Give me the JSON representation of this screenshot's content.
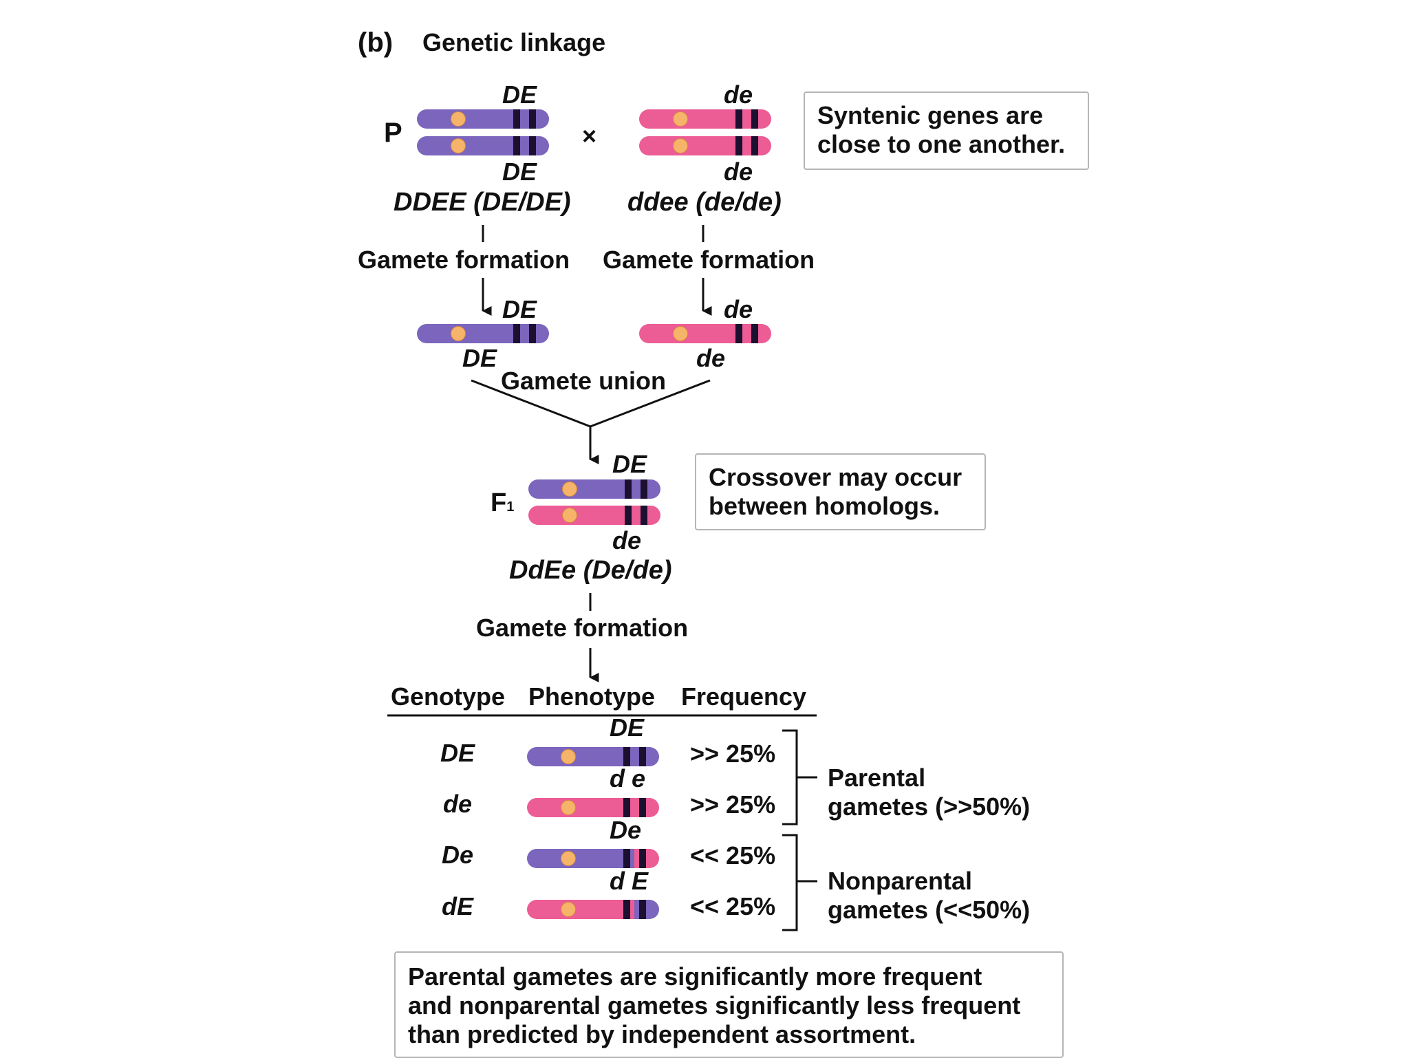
{
  "colors": {
    "purple": "#7b65bd",
    "pink": "#ec5c95",
    "centromere": "#f6b46a",
    "band": "#1c1030",
    "box_border": "#b5b5b5"
  },
  "header": {
    "part": "(b)",
    "title": "Genetic linkage"
  },
  "parents": {
    "label": "P",
    "cross": "×",
    "left": {
      "allele_top": "DE",
      "allele_bottom": "DE",
      "genotype": "DDEE (DE/DE)"
    },
    "right": {
      "allele_top": "de",
      "allele_bottom": "de",
      "genotype": "ddee (de/de)"
    },
    "note": [
      "Syntenic genes are",
      "close to one another."
    ]
  },
  "gamete_formation_label": "Gamete formation",
  "gametes": {
    "left": {
      "allele_top": "DE",
      "allele_bottom": "DE"
    },
    "right": {
      "allele_top": "de",
      "allele_bottom": "de"
    },
    "union_label": "Gamete union"
  },
  "f1": {
    "label": "F",
    "label_sub": "1",
    "allele_top": "DE",
    "allele_bottom": "de",
    "genotype": "DdEe (De/de)",
    "note": [
      "Crossover may occur",
      "between homologs."
    ]
  },
  "table": {
    "headers": [
      "Genotype",
      "Phenotype",
      "Frequency"
    ],
    "rows": [
      {
        "genotype": "DE",
        "allele": "DE",
        "frequency": ">> 25%"
      },
      {
        "genotype": "de",
        "allele": "d e",
        "frequency": ">> 25%"
      },
      {
        "genotype": "De",
        "allele": "De",
        "frequency": "<< 25%"
      },
      {
        "genotype": "dE",
        "allele": "d E",
        "frequency": "<< 25%"
      }
    ],
    "groups": [
      {
        "lines": [
          "Parental",
          "gametes (>>50%)"
        ]
      },
      {
        "lines": [
          "Nonparental",
          "gametes (<<50%)"
        ]
      }
    ]
  },
  "conclusion": [
    "Parental gametes are significantly more frequent",
    "and nonparental gametes significantly less frequent",
    "than predicted by independent assortment."
  ]
}
